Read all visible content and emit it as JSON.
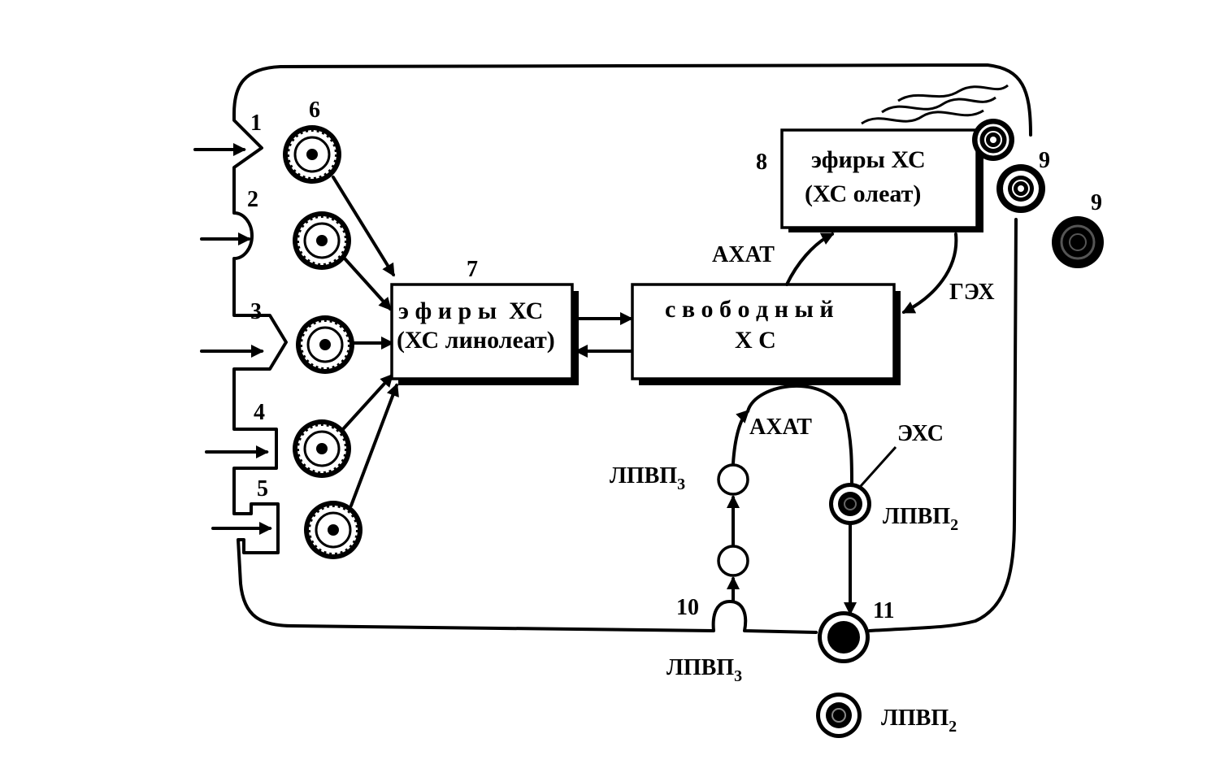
{
  "labels": {
    "n1": "1",
    "n2": "2",
    "n3": "3",
    "n4": "4",
    "n5": "5",
    "n6": "6",
    "n7": "7",
    "n8": "8",
    "n9a": "9",
    "n9b": "9",
    "n10": "10",
    "n11": "11"
  },
  "box7": {
    "line1": "э ф и р ы  ХС",
    "line2": "(ХС линолеат)"
  },
  "box_free": {
    "line1": "с в о б о д н ы й",
    "line2": "Х С"
  },
  "box8": {
    "line1": "эфиры ХС",
    "line2": "(ХС олеат)"
  },
  "enzymes": {
    "acat_top": "АХАТ",
    "acat_bottom": "АХАТ",
    "geh": "ГЭХ",
    "exc": "ЭХС"
  },
  "lipoproteins": {
    "hdl3_inner": {
      "text": "ЛПВП",
      "sub": "3"
    },
    "hdl2_inner": {
      "text": "ЛПВП",
      "sub": "2"
    },
    "hdl3_outer": {
      "text": "ЛПВП",
      "sub": "3"
    },
    "hdl2_outer": {
      "text": "ЛПВП",
      "sub": "2"
    }
  }
}
